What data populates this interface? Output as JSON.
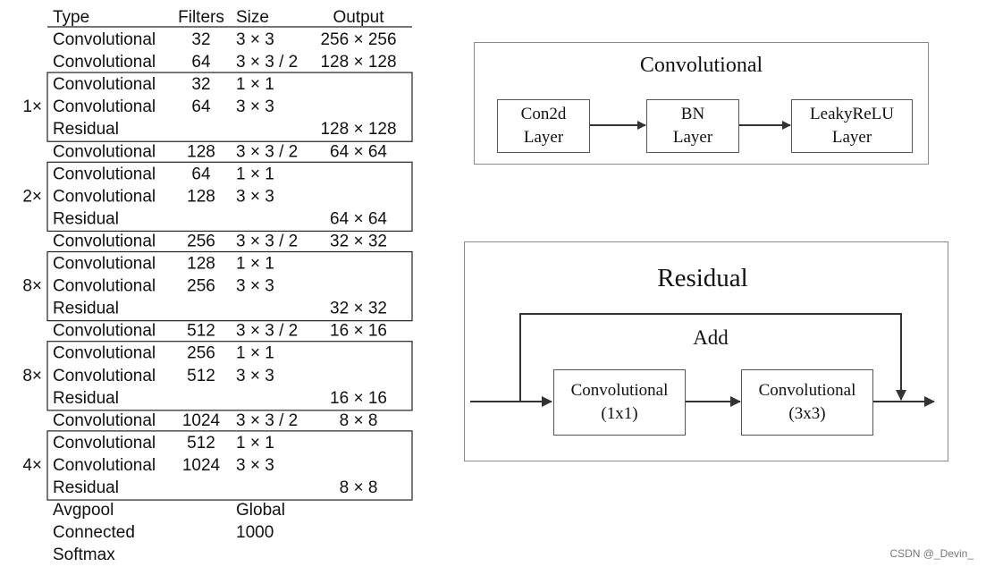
{
  "table": {
    "headers": {
      "type": "Type",
      "filters": "Filters",
      "size": "Size",
      "output": "Output"
    },
    "rows": [
      {
        "type": "Convolutional",
        "filters": "32",
        "size": "3 × 3",
        "output": "256 × 256"
      },
      {
        "type": "Convolutional",
        "filters": "64",
        "size": "3 × 3 / 2",
        "output": "128 × 128"
      },
      {
        "type": "Convolutional",
        "filters": "32",
        "size": "1 × 1",
        "output": ""
      },
      {
        "type": "Convolutional",
        "filters": "64",
        "size": "3 × 3",
        "output": ""
      },
      {
        "type": "Residual",
        "filters": "",
        "size": "",
        "output": "128 × 128"
      },
      {
        "type": "Convolutional",
        "filters": "128",
        "size": "3 × 3 / 2",
        "output": "64 × 64"
      },
      {
        "type": "Convolutional",
        "filters": "64",
        "size": "1 × 1",
        "output": ""
      },
      {
        "type": "Convolutional",
        "filters": "128",
        "size": "3 × 3",
        "output": ""
      },
      {
        "type": "Residual",
        "filters": "",
        "size": "",
        "output": "64 × 64"
      },
      {
        "type": "Convolutional",
        "filters": "256",
        "size": "3 × 3 / 2",
        "output": "32 × 32"
      },
      {
        "type": "Convolutional",
        "filters": "128",
        "size": "1 × 1",
        "output": ""
      },
      {
        "type": "Convolutional",
        "filters": "256",
        "size": "3 × 3",
        "output": ""
      },
      {
        "type": "Residual",
        "filters": "",
        "size": "",
        "output": "32 × 32"
      },
      {
        "type": "Convolutional",
        "filters": "512",
        "size": "3 × 3 / 2",
        "output": "16 × 16"
      },
      {
        "type": "Convolutional",
        "filters": "256",
        "size": "1 × 1",
        "output": ""
      },
      {
        "type": "Convolutional",
        "filters": "512",
        "size": "3 × 3",
        "output": ""
      },
      {
        "type": "Residual",
        "filters": "",
        "size": "",
        "output": "16 × 16"
      },
      {
        "type": "Convolutional",
        "filters": "1024",
        "size": "3 × 3 / 2",
        "output": "8 × 8"
      },
      {
        "type": "Convolutional",
        "filters": "512",
        "size": "1 × 1",
        "output": ""
      },
      {
        "type": "Convolutional",
        "filters": "1024",
        "size": "3 × 3",
        "output": ""
      },
      {
        "type": "Residual",
        "filters": "",
        "size": "",
        "output": "8 × 8"
      },
      {
        "type": "Avgpool",
        "filters": "",
        "size": "Global",
        "output": ""
      },
      {
        "type": "Connected",
        "filters": "",
        "size": "1000",
        "output": ""
      },
      {
        "type": "Softmax",
        "filters": "",
        "size": "",
        "output": ""
      }
    ],
    "blocks": [
      {
        "label": "1×",
        "first_row": 2,
        "row_count": 3
      },
      {
        "label": "2×",
        "first_row": 6,
        "row_count": 3
      },
      {
        "label": "8×",
        "first_row": 10,
        "row_count": 3
      },
      {
        "label": "8×",
        "first_row": 14,
        "row_count": 3
      },
      {
        "label": "4×",
        "first_row": 18,
        "row_count": 3
      }
    ]
  },
  "conv_diagram": {
    "title": "Convolutional",
    "nodes": [
      {
        "line1": "Con2d",
        "line2": "Layer"
      },
      {
        "line1": "BN",
        "line2": "Layer"
      },
      {
        "line1": "LeakyReLU",
        "line2": "Layer"
      }
    ]
  },
  "residual_diagram": {
    "title": "Residual",
    "add_label": "Add",
    "nodes": [
      {
        "line1": "Convolutional",
        "line2": "(1x1)"
      },
      {
        "line1": "Convolutional",
        "line2": "(3x3)"
      }
    ]
  },
  "watermark": "CSDN @_Devin_"
}
